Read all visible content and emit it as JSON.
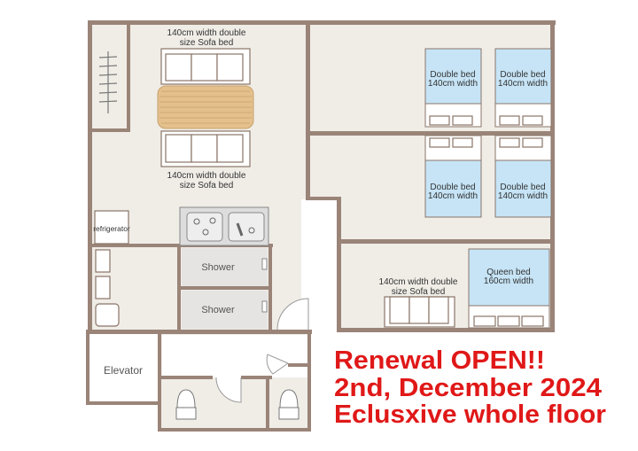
{
  "floorplan": {
    "sofa_label_line1": "140cm width double",
    "sofa_label_line2": "size Sofa bed",
    "refrigerator": "refrigerator",
    "shower": "Shower",
    "elevator": "Elevator",
    "double_bed_line1": "Double bed",
    "double_bed_line2": "140cm width",
    "queen_bed_line1": "Queen bed",
    "queen_bed_line2": "160cm width"
  },
  "announcement": {
    "line1": "Renewal OPEN!!",
    "line2": "2nd, December 2024",
    "line3": "Eclusxive whole floor"
  },
  "colors": {
    "wall": "#9a8478",
    "floor": "#f0ede7",
    "bed": "#c6e4f6",
    "headline": "#e01818"
  }
}
